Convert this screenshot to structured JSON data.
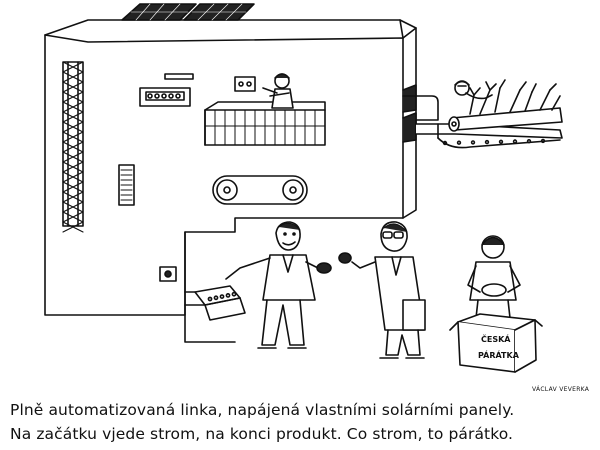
{
  "caption": {
    "line1": "Plně automatizovaná linka, napájená vlastními solárními panely.",
    "line2": "Na začátku vjede strom, na konci  produkt. Co strom, to párátko."
  },
  "box_label": {
    "line1": "ČESKÁ",
    "line2": "PÁRÁTKA"
  },
  "signature": "VÁCLAV VEVERKA"
}
